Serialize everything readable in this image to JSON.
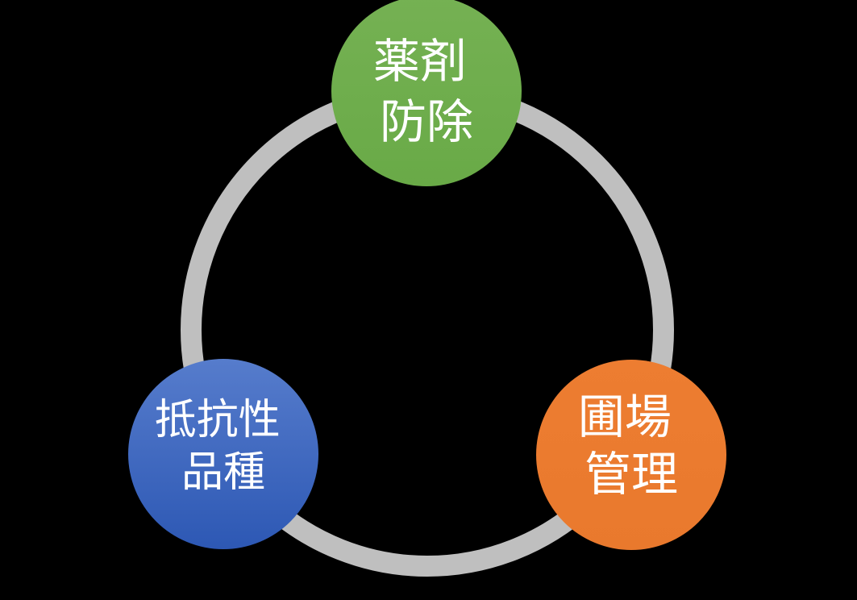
{
  "diagram": {
    "type": "cycle",
    "background_color": "#000000",
    "ring_color": "#BFBFBF",
    "text_color": "#FFFFFF",
    "nodes": [
      {
        "id": "chemical-control",
        "position": "top",
        "label": "薬剤防除",
        "label_line1": "薬剤",
        "label_line2": "防除",
        "fill_top": "#75B153",
        "fill_bottom": "#69AA47"
      },
      {
        "id": "resistant-varieties",
        "position": "bottom-left",
        "label": "抵抗性品種",
        "label_line1": "抵抗性",
        "label_line2": "品種",
        "fill_top": "#567CCC",
        "fill_bottom": "#2D58B4"
      },
      {
        "id": "field-management",
        "position": "bottom-right",
        "label": "圃場管理",
        "label_line1": "圃場",
        "label_line2": "管理",
        "fill_top": "#ED7D31",
        "fill_bottom": "#E9792D"
      }
    ]
  }
}
